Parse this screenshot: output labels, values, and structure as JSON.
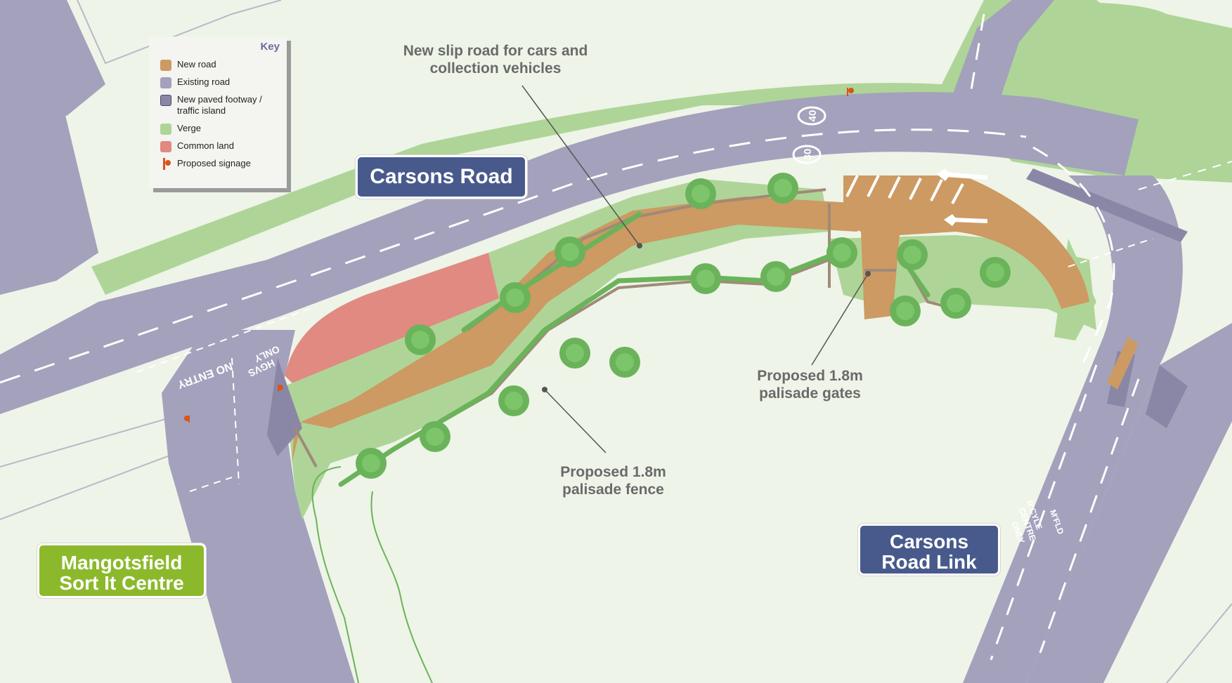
{
  "key": {
    "title": "Key",
    "items": [
      {
        "label": "New road",
        "color": "#cc9a62",
        "icon": "swatch"
      },
      {
        "label": "Existing road",
        "color": "#a3a1bc",
        "icon": "swatch"
      },
      {
        "label": "New paved footway / traffic island",
        "color": "#8a87a6",
        "icon": "swatch"
      },
      {
        "label": "Verge",
        "color": "#aed597",
        "icon": "swatch"
      },
      {
        "label": "Common land",
        "color": "#e08a82",
        "icon": "swatch"
      },
      {
        "label": "Proposed signage",
        "color": "#d9541e",
        "icon": "flag-icon"
      }
    ]
  },
  "labels": {
    "carsons_road": "Carsons Road",
    "carsons_road_link_line1": "Carsons",
    "carsons_road_link_line2": "Road Link",
    "sort_it_line1": "Mangotsfield",
    "sort_it_line2": "Sort It Centre"
  },
  "annotations": {
    "slip_road_line1": "New slip road for cars and",
    "slip_road_line2": "collection vehicles",
    "gates_line1": "Proposed 1.8m",
    "gates_line2": "palisade gates",
    "fence_line1": "Proposed 1.8m",
    "fence_line2": "palisade fence"
  },
  "road_markings": {
    "no_entry": "NO ENTRY",
    "hgvs": "HGVS",
    "only": "ONLY",
    "speed_40": "40",
    "speed_30": "30",
    "rcycle": "R'CYLE",
    "centre": "CENTRE",
    "only_lane": "ONLY",
    "mfld": "M'FLD"
  },
  "colors": {
    "background": "#eef4e8",
    "existing_road": "#a3a1bc",
    "new_road": "#cc9a62",
    "verge": "#aed597",
    "common_land": "#e08a82",
    "footway": "#8a87a6",
    "tree": "#6bb35a",
    "fence": "#a08a78",
    "label_blue": "#485a8c",
    "label_green": "#8cb92c"
  }
}
